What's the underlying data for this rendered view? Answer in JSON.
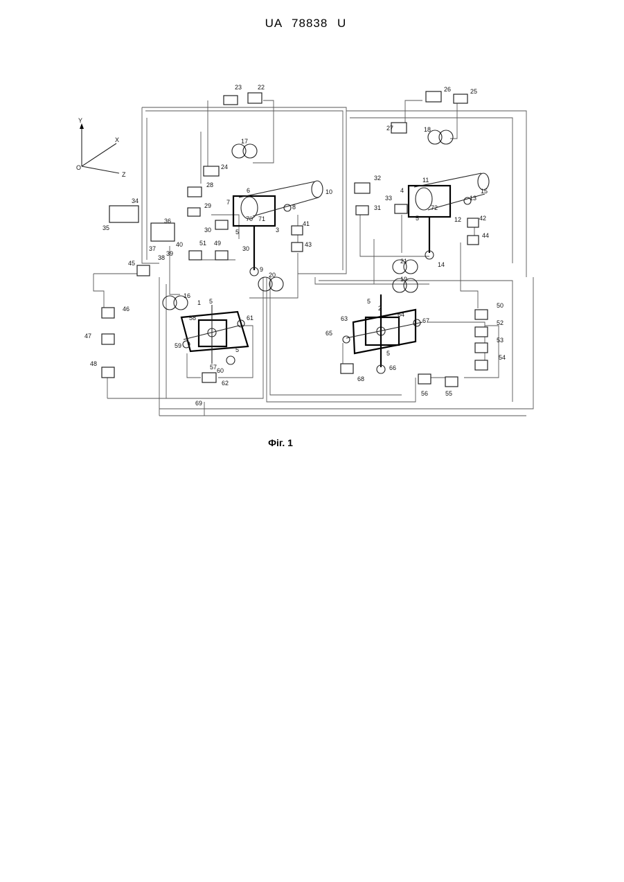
{
  "header": {
    "text": "UA   78838   U"
  },
  "figure": {
    "caption": "Фіг. 1",
    "axes": {
      "y": "Y",
      "x": "X",
      "z": "Z",
      "origin": "O"
    },
    "labels": [
      "1",
      "2",
      "3",
      "4",
      "5",
      "6",
      "7",
      "8",
      "9",
      "10",
      "11",
      "12",
      "13",
      "14",
      "15",
      "16",
      "17",
      "18",
      "19",
      "20",
      "21",
      "22",
      "23",
      "24",
      "25",
      "26",
      "27",
      "28",
      "29",
      "30",
      "31",
      "32",
      "33",
      "34",
      "35",
      "36",
      "37",
      "38",
      "39",
      "40",
      "41",
      "42",
      "43",
      "44",
      "45",
      "46",
      "47",
      "48",
      "49",
      "50",
      "51",
      "52",
      "53",
      "54",
      "55",
      "56",
      "57",
      "58",
      "59",
      "60",
      "61",
      "62",
      "63",
      "64",
      "65",
      "66",
      "67",
      "68",
      "69",
      "70",
      "71",
      "72"
    ]
  }
}
